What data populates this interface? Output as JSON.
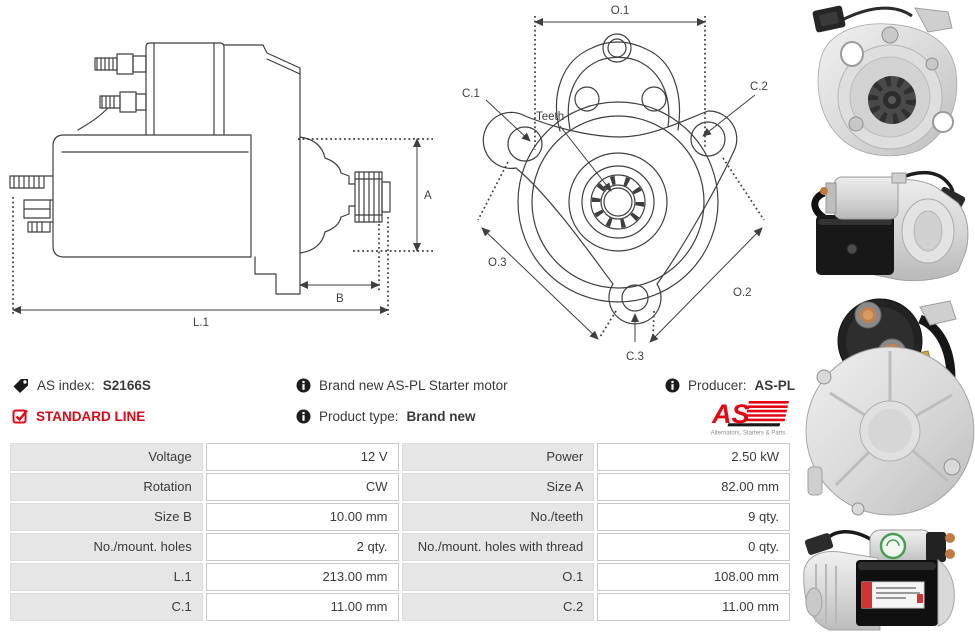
{
  "product": {
    "as_index_label": "AS index:",
    "as_index": "S2166S",
    "line_badge": "STANDARD LINE",
    "description": "Brand new AS-PL Starter motor",
    "product_type_label": "Product type:",
    "product_type": "Brand new",
    "producer_label": "Producer:",
    "producer": "AS-PL",
    "logo_text": "AS",
    "logo_tagline": "Alternators, Starters & Parts"
  },
  "drawing_side": {
    "dim_a": "A",
    "dim_b": "B",
    "dim_l1": "L.1"
  },
  "drawing_front": {
    "dim_o1": "O.1",
    "dim_c1": "C.1",
    "dim_c2": "C.2",
    "teeth": "Teeth",
    "dim_o3": "O.3",
    "dim_o2": "O.2",
    "dim_c3": "C.3"
  },
  "spec_table": {
    "rows": [
      {
        "l1": "Voltage",
        "v1": "12 V",
        "l2": "Power",
        "v2": "2.50 kW"
      },
      {
        "l1": "Rotation",
        "v1": "CW",
        "l2": "Size A",
        "v2": "82.00 mm"
      },
      {
        "l1": "Size B",
        "v1": "10.00 mm",
        "l2": "No./teeth",
        "v2": "9 qty."
      },
      {
        "l1": "No./mount. holes",
        "v1": "2 qty.",
        "l2": "No./mount. holes with thread",
        "v2": "0 qty."
      },
      {
        "l1": "L.1",
        "v1": "213.00 mm",
        "l2": "O.1",
        "v2": "108.00 mm"
      },
      {
        "l1": "C.1",
        "v1": "11.00 mm",
        "l2": "C.2",
        "v2": "11.00 mm"
      }
    ]
  },
  "colors": {
    "brand_red": "#e30613",
    "table_label_bg": "#e6e6e6",
    "table_border": "#c8c8c8",
    "line_color": "#3f3f3f",
    "text": "#3a3a3a"
  }
}
